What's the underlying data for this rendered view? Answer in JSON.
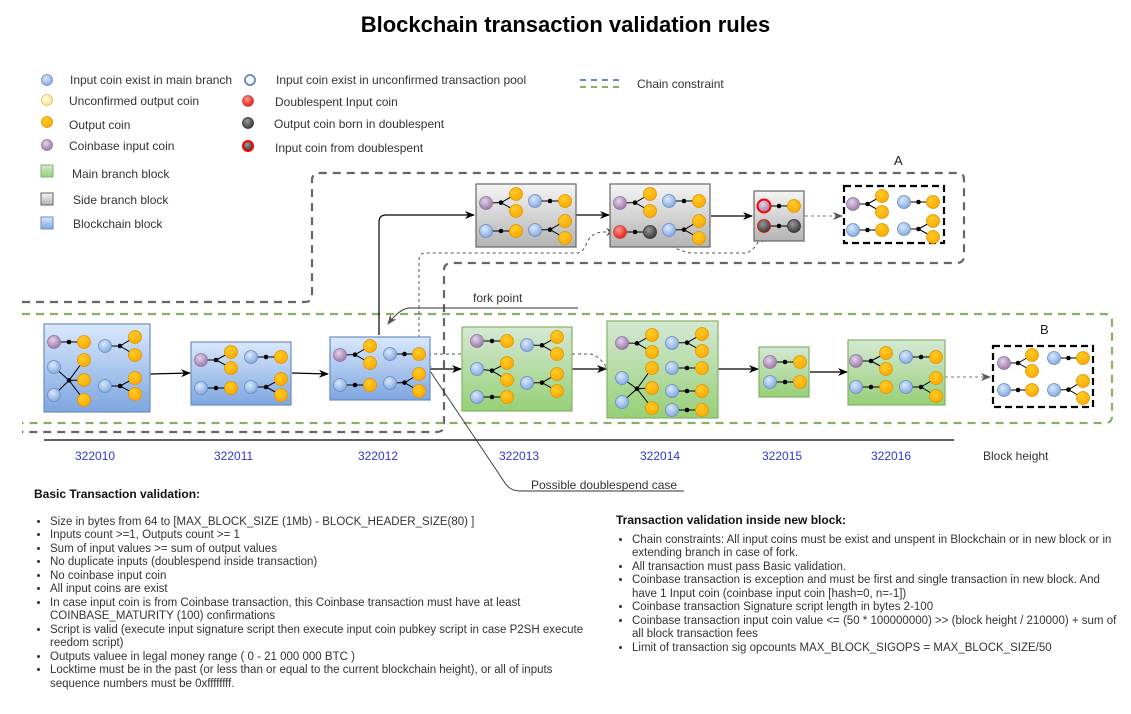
{
  "title": "Blockchain transaction validation rules",
  "legend": {
    "coins": [
      {
        "key": "input-main",
        "label": "Input coin exist in main branch"
      },
      {
        "key": "unconfirmed-output",
        "label": "Unconfirmed output coin"
      },
      {
        "key": "output",
        "label": "Output coin"
      },
      {
        "key": "coinbase-input",
        "label": "Coinbase input coin"
      },
      {
        "key": "input-pool",
        "label": "Input coin exist in unconfirmed transaction pool"
      },
      {
        "key": "doublespent-input",
        "label": "Doublespent Input coin"
      },
      {
        "key": "output-doublespent",
        "label": "Output coin born in doublespent"
      },
      {
        "key": "input-from-doublespent",
        "label": "Input coin from doublespent"
      }
    ],
    "blocks": [
      {
        "key": "main-branch",
        "label": "Main branch block"
      },
      {
        "key": "side-branch",
        "label": "Side branch block"
      },
      {
        "key": "blockchain",
        "label": "Blockchain block"
      }
    ],
    "chain_constraint": "Chain constraint"
  },
  "colors": {
    "input_main": "#a9c4eb",
    "unconfirmed_output": "#fff2a8",
    "output": "#ffb30f",
    "coinbase": "#a88fb5",
    "doublespent": "#ff3333",
    "dark_coin": "#555555",
    "main_block_top": "#d5e8d4",
    "main_block_bottom": "#97d077",
    "side_block_top": "#f5f5f5",
    "side_block_bottom": "#b3b3b3",
    "chain_block_top": "#dae8fc",
    "chain_block_bottom": "#7ea6e0",
    "height_label": "#3333dd",
    "constraint_green": "#82b366"
  },
  "diagram": {
    "branch_a_label": "A",
    "branch_b_label": "B",
    "fork_point_label": "fork point",
    "doublespend_label": "Possible doublespend case",
    "block_height_label": "Block height",
    "block_heights": [
      "322010",
      "322011",
      "322012",
      "322013",
      "322014",
      "322015",
      "322016"
    ]
  },
  "basic_validation": {
    "heading": "Basic Transaction validation:",
    "items": [
      "Size in bytes from 64 to   [MAX_BLOCK_SIZE (1Mb) - BLOCK_HEADER_SIZE(80) ]",
      "Inputs count >=1, Outputs count >= 1",
      "Sum of input values >= sum of output values",
      "No duplicate inputs (doublespend inside transaction)",
      "No coinbase input coin",
      "All input coins are exist",
      "In case input coin is from Coinbase transaction, this Coinbase transaction must have at least COINBASE_MATURITY (100) confirmations",
      "Script is valid (execute input signature script then execute input coin pubkey script in case P2SH execute reedom script)",
      "Outputs valuee in legal money range ( 0 - 21 000 000 BTC )",
      "Locktime must be in the past (or less than or equal to the current blockchain height), or all of inputs sequence numbers must be 0xffffffff."
    ]
  },
  "block_validation": {
    "heading": "Transaction validation inside new block:",
    "items": [
      "Chain constraints: All input coins must be exist and unspent  in Blockchain or in new block or in extending branch  in case of fork.",
      "All transaction must pass Basic validation.",
      "Coinbase transaction is exception and  must be first and single  transaction in new block. And have 1 Input coin (coinbase input coin [hash=0, n=-1])",
      "Coinbase transaction Signature script length in bytes  2-100",
      "Coinbase transaction input coin value  <=    (50 * 100000000) >> (block height / 210000) + sum of all block transaction fees",
      "Limit of transaction sig opcounts  MAX_BLOCK_SIGOPS = MAX_BLOCK_SIZE/50"
    ]
  }
}
